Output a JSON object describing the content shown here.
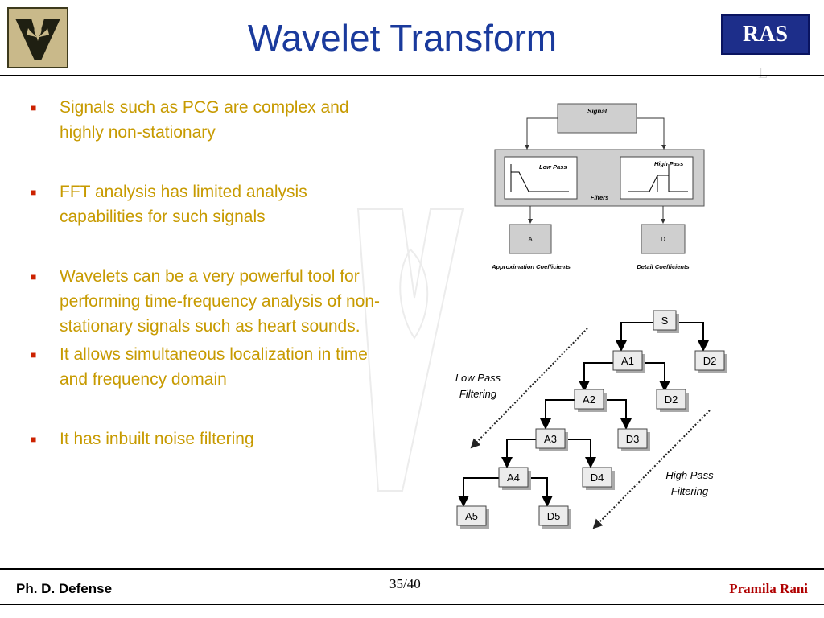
{
  "header": {
    "title": "Wavelet Transform",
    "lab_badge_line1": "RAS",
    "lab_badge_line2": "L"
  },
  "bullets": [
    "Signals such as PCG are complex and highly non-stationary",
    "FFT analysis has limited analysis capabilities for such signals",
    " Wavelets can be a very powerful tool for performing time-frequency analysis of non-stationary signals such as heart sounds.",
    "It allows simultaneous localization in time and frequency domain",
    "It has inbuilt noise filtering"
  ],
  "diagram1": {
    "signal": "Signal",
    "low_pass": "Low Pass",
    "high_pass": "High Pass",
    "filters": "Filters",
    "approx_box": "A",
    "detail_box": "D",
    "approx_label": "Approximation Coefficients",
    "detail_label": "Detail Coefficients"
  },
  "diagram2": {
    "nodes": [
      "S",
      "A1",
      "D2",
      "A2",
      "D2",
      "A3",
      "D3",
      "A4",
      "D4",
      "A5",
      "D5"
    ],
    "low_pass_line1": "Low Pass",
    "low_pass_line2": "Filtering",
    "high_pass_line1": "High Pass",
    "high_pass_line2": "Filtering"
  },
  "footer": {
    "left": "Ph. D. Defense",
    "page": "35/40",
    "author": "Pramila Rani"
  },
  "colors": {
    "title": "#1a3a9c",
    "bullet_text": "#c79a00",
    "bullet_marker": "#cc2200",
    "author": "#b00000"
  },
  "icons": {
    "logo": "vanderbilt-v-oak-leaf-logo",
    "bullet": "square-bullet-icon"
  }
}
